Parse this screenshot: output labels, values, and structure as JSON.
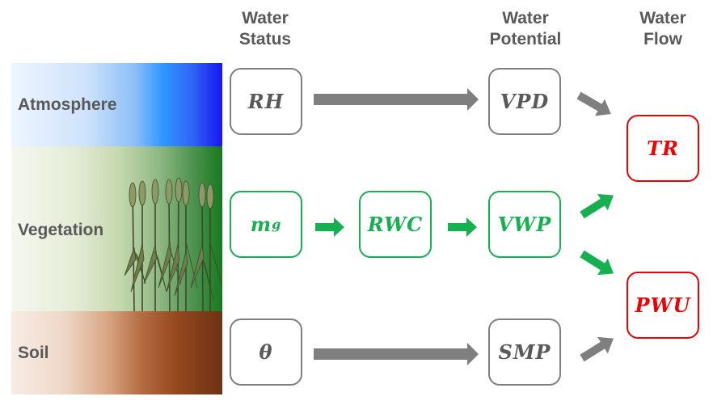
{
  "colors": {
    "gray": "#7f7f7f",
    "green": "#16b050",
    "red": "#f00000",
    "label_text": "#595959"
  },
  "column_headers": {
    "water_status": [
      "Water",
      "Status"
    ],
    "water_potential": [
      "Water",
      "Potential"
    ],
    "water_flow": [
      "Water",
      "Flow"
    ]
  },
  "layers": {
    "atmosphere": "Atmosphere",
    "vegetation": "Vegetation",
    "soil": "Soil"
  },
  "nodes": {
    "rh": "RH",
    "vpd": "VPD",
    "mg_base": "m",
    "mg_sub": "g",
    "rwc": "RWC",
    "vwp": "VWP",
    "theta": "θ",
    "smp": "SMP",
    "tr": "TR",
    "pwu": "PWU"
  },
  "edges": [
    {
      "from": "RH",
      "to": "VPD",
      "color": "gray"
    },
    {
      "from": "VPD",
      "to": "TR",
      "color": "gray"
    },
    {
      "from": "m_g",
      "to": "RWC",
      "color": "green"
    },
    {
      "from": "RWC",
      "to": "VWP",
      "color": "green"
    },
    {
      "from": "VWP",
      "to": "TR",
      "color": "green"
    },
    {
      "from": "VWP",
      "to": "PWU",
      "color": "green"
    },
    {
      "from": "θ",
      "to": "SMP",
      "color": "gray"
    },
    {
      "from": "SMP",
      "to": "PWU",
      "color": "gray"
    }
  ]
}
